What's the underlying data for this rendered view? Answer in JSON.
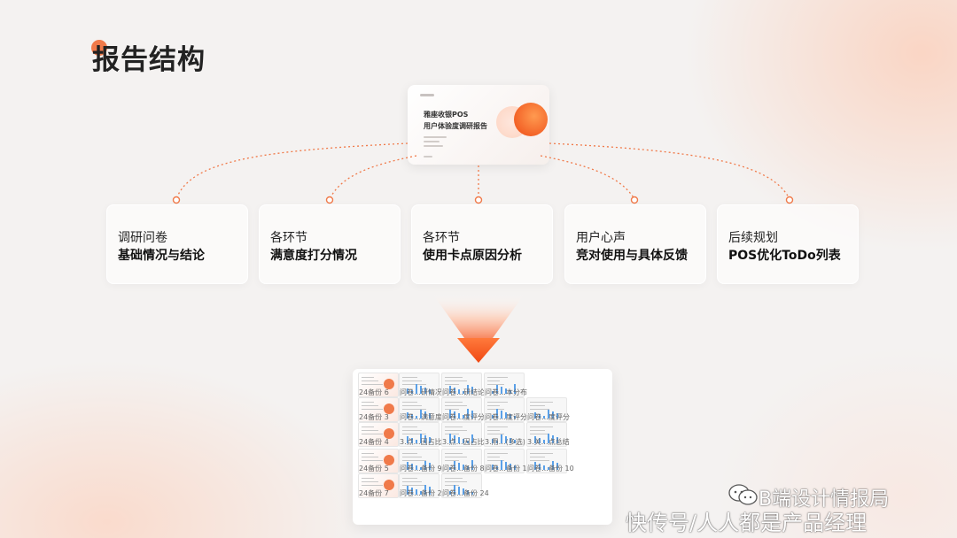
{
  "page": {
    "title": "报告结构",
    "accent_color": "#f07a4a"
  },
  "cover": {
    "line1": "雅座收银POS",
    "line2": "用户体验度调研报告"
  },
  "sections": [
    {
      "line1": "调研问卷",
      "line2": "基础情况与结论"
    },
    {
      "line1": "各环节",
      "line2": "满意度打分情况"
    },
    {
      "line1": "各环节",
      "line2": "使用卡点原因分析"
    },
    {
      "line1": "用户心声",
      "line2": "竞对使用与具体反馈"
    },
    {
      "line1": "后续规划",
      "line2": "POS优化ToDo列表"
    }
  ],
  "thumbnails": {
    "labels": [
      "24备份 6",
      "问卷…研情况",
      "问卷…研结论",
      "问卷…本分布",
      "24备份 3",
      "问卷…满意度",
      "问卷…度评分",
      "问卷…度评分",
      "问卷…度评分",
      "24备份 4",
      "3.点…因占比",
      "3.点…因占比",
      "3.用…(多选)",
      "3.关…点总结",
      "24备份 5",
      "问卷…备份 9",
      "问卷…备份 8",
      "问卷…备份 16",
      "问卷…备份 10",
      "24备份 7",
      "问卷…备份 20",
      "问卷…备份 24"
    ]
  },
  "watermark": {
    "line1": "B端设计情报局",
    "line2": "快传号/人人都是产品经理"
  }
}
